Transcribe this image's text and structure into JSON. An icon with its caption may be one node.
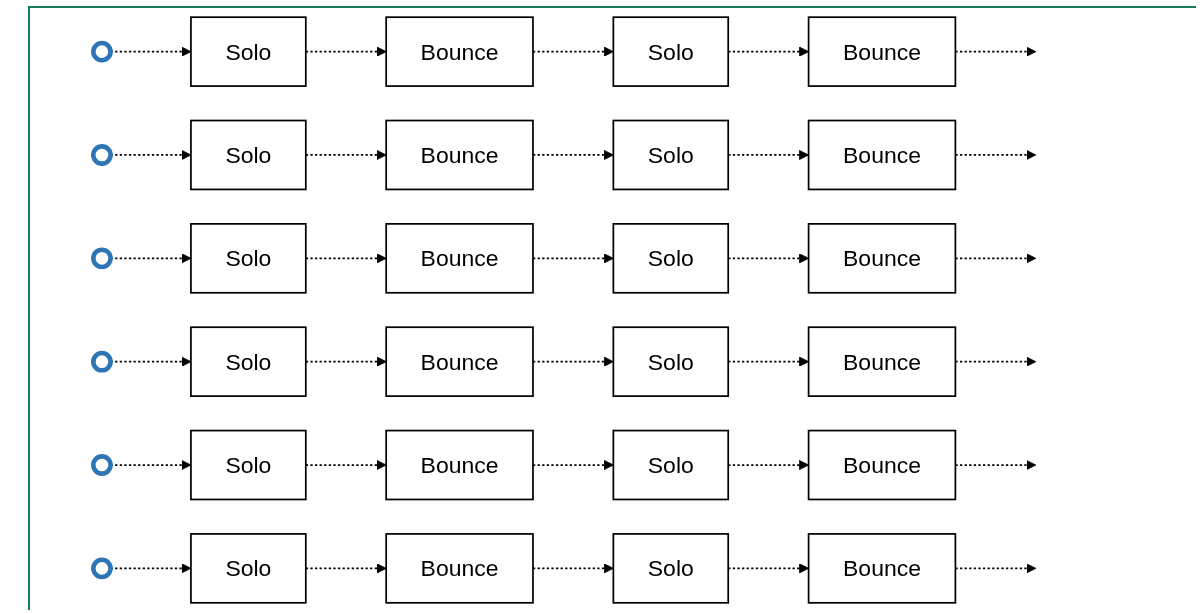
{
  "diagram": {
    "nodes": [
      {
        "text": [],
        "shape": "circle"
      },
      {
        "text": [
          "Solo"
        ]
      },
      {
        "text": [
          "Bounce"
        ]
      },
      {
        "text": [
          "Solo"
        ]
      },
      {
        "text": [
          "Bounce"
        ]
      },
      {
        "text": [],
        "shape": "circle"
      },
      {
        "text": [
          "Solo"
        ]
      },
      {
        "text": [
          "Bounce"
        ]
      },
      {
        "text": [
          "Solo"
        ]
      },
      {
        "text": [
          "Bounce"
        ]
      },
      {
        "text": [],
        "shape": "circle"
      },
      {
        "text": [
          "Solo"
        ]
      },
      {
        "text": [
          "Bounce"
        ]
      },
      {
        "text": [
          "Solo"
        ]
      },
      {
        "text": [
          "Bounce"
        ]
      },
      {
        "text": [],
        "shape": "circle"
      },
      {
        "text": [
          "Solo"
        ]
      },
      {
        "text": [
          "Bounce"
        ]
      },
      {
        "text": [
          "Solo"
        ]
      },
      {
        "text": [
          "Bounce"
        ]
      },
      {
        "text": [],
        "shape": "circle"
      },
      {
        "text": [
          "Solo"
        ]
      },
      {
        "text": [
          "Bounce"
        ]
      },
      {
        "text": [
          "Solo"
        ]
      },
      {
        "text": [
          "Bounce"
        ]
      },
      {
        "text": [],
        "shape": "circle"
      },
      {
        "text": [
          "Solo"
        ]
      },
      {
        "text": [
          "Bounce"
        ]
      },
      {
        "text": [
          "Solo"
        ]
      },
      {
        "text": [
          "Bounce"
        ]
      }
    ],
    "edges": [
      {
        "from": 0,
        "to": 1,
        "arrow": "to",
        "style": "dashed"
      },
      {
        "from": 1,
        "to": 2,
        "arrow": "to",
        "style": "dashed"
      },
      {
        "from": 2,
        "to": 3,
        "arrow": "to",
        "style": "dashed"
      },
      {
        "from": 3,
        "to": 4,
        "arrow": "to",
        "style": "dashed"
      },
      {
        "from": 4,
        "to": null,
        "arrow": "to",
        "style": "dashed"
      },
      {
        "from": 5,
        "to": 6,
        "arrow": "to",
        "style": "dashed"
      },
      {
        "from": 6,
        "to": 7,
        "arrow": "to",
        "style": "dashed"
      },
      {
        "from": 7,
        "to": 8,
        "arrow": "to",
        "style": "dashed"
      },
      {
        "from": 8,
        "to": 9,
        "arrow": "to",
        "style": "dashed"
      },
      {
        "from": 9,
        "to": null,
        "arrow": "to",
        "style": "dashed"
      },
      {
        "from": 10,
        "to": 11,
        "arrow": "to",
        "style": "dashed"
      },
      {
        "from": 11,
        "to": 12,
        "arrow": "to",
        "style": "dashed"
      },
      {
        "from": 12,
        "to": 13,
        "arrow": "to",
        "style": "dashed"
      },
      {
        "from": 13,
        "to": 14,
        "arrow": "to",
        "style": "dashed"
      },
      {
        "from": 14,
        "to": null,
        "arrow": "to",
        "style": "dashed"
      },
      {
        "from": 15,
        "to": 16,
        "arrow": "to",
        "style": "dashed"
      },
      {
        "from": 16,
        "to": 17,
        "arrow": "to",
        "style": "dashed"
      },
      {
        "from": 17,
        "to": 18,
        "arrow": "to",
        "style": "dashed"
      },
      {
        "from": 18,
        "to": 19,
        "arrow": "to",
        "style": "dashed"
      },
      {
        "from": 19,
        "to": null,
        "arrow": "to",
        "style": "dashed"
      },
      {
        "from": 20,
        "to": 21,
        "arrow": "to",
        "style": "dashed"
      },
      {
        "from": 21,
        "to": 22,
        "arrow": "to",
        "style": "dashed"
      },
      {
        "from": 22,
        "to": 23,
        "arrow": "to",
        "style": "dashed"
      },
      {
        "from": 23,
        "to": 24,
        "arrow": "to",
        "style": "dashed"
      },
      {
        "from": 24,
        "to": null,
        "arrow": "to",
        "style": "dashed"
      },
      {
        "from": 25,
        "to": 26,
        "arrow": "to",
        "style": "dashed"
      },
      {
        "from": 26,
        "to": 27,
        "arrow": "to",
        "style": "dashed"
      },
      {
        "from": 27,
        "to": 28,
        "arrow": "to",
        "style": "dashed"
      },
      {
        "from": 28,
        "to": 29,
        "arrow": "to",
        "style": "dashed"
      },
      {
        "from": 29,
        "to": null,
        "arrow": "to",
        "style": "dashed"
      }
    ]
  }
}
